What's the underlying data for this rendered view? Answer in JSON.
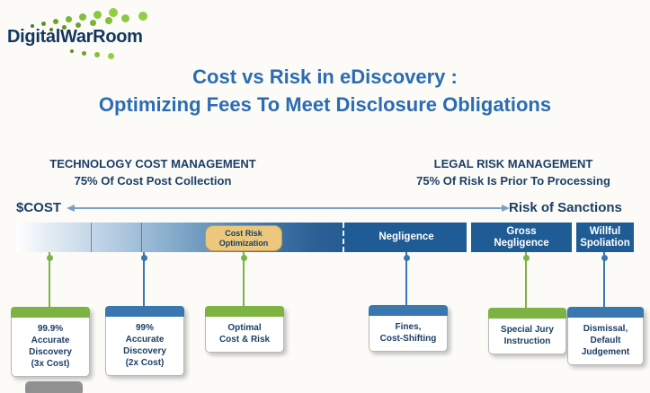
{
  "logo": {
    "part1": "Digital",
    "part2": "War",
    "part3": "Room"
  },
  "title": {
    "line1": "Cost vs Risk in eDiscovery :",
    "line2": "Optimizing Fees To Meet Disclosure Obligations"
  },
  "sections": {
    "left": {
      "heading": "TECHNOLOGY COST MANAGEMENT",
      "subheading": "75% Of Cost Post Collection"
    },
    "right": {
      "heading": "LEGAL RISK MANAGEMENT",
      "subheading": "75% Of Risk Is Prior To Processing"
    }
  },
  "axis": {
    "left_label": "$COST",
    "right_label": "Risk of Sanctions"
  },
  "spectrum": {
    "optimization_pill": "Cost Risk Optimization",
    "segments": [
      "Negligence",
      "Gross Negligence",
      "Willful Spoliation"
    ]
  },
  "callouts": [
    {
      "accent": "green",
      "text": "99.9%\nAccurate\nDiscovery\n(3x Cost)"
    },
    {
      "accent": "blue",
      "text": "99%\nAccurate\nDiscovery\n(2x Cost)"
    },
    {
      "accent": "green",
      "text": "Optimal\nCost & Risk"
    },
    {
      "accent": "blue",
      "text": "Fines,\nCost-Shifting"
    },
    {
      "accent": "green",
      "text": "Special Jury\nInstruction"
    },
    {
      "accent": "blue",
      "text": "Dismissal,\nDefault\nJudgement"
    }
  ],
  "colors": {
    "title_blue": "#2b6cb3",
    "heading_navy": "#1b3f66",
    "bar_dark_blue": "#1f5b94",
    "accent_green": "#7cb342",
    "accent_blue": "#3a76b0",
    "pill_tan": "#ebc87d"
  }
}
